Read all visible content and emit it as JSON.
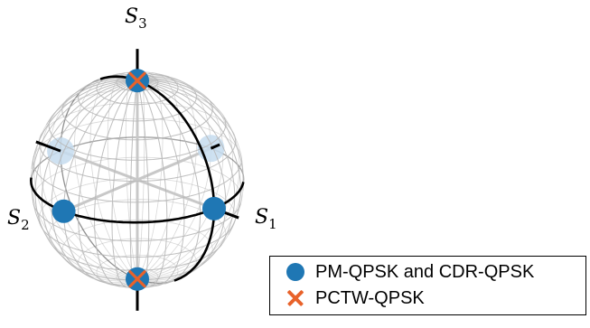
{
  "axes": {
    "s1": {
      "base": "S",
      "sub": "1"
    },
    "s2": {
      "base": "S",
      "sub": "2"
    },
    "s3": {
      "base": "S",
      "sub": "3"
    }
  },
  "legend": {
    "items": [
      {
        "label": "PM-QPSK and CDR-QPSK",
        "marker": "filled-circle",
        "color": "#1f77b4"
      },
      {
        "label": "PCTW-QPSK",
        "marker": "cross",
        "color": "#e8622a"
      }
    ]
  },
  "colors": {
    "circle_marker": "#1f77b4",
    "cross_marker": "#e8622a",
    "sphere_grid": "#b8b8b8",
    "axes": "#000000"
  }
}
